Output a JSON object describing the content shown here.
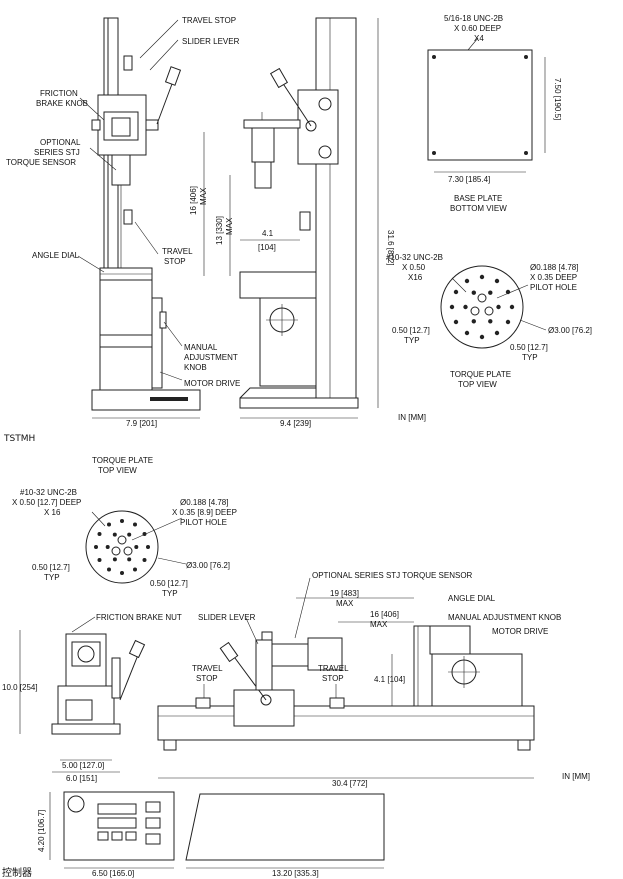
{
  "labels": {
    "travel_stop_top": "TRAVEL STOP",
    "slider_lever_top": "SLIDER LEVER",
    "friction_brake_knob_1": "FRICTION",
    "friction_brake_knob_2": "BRAKE KNOB",
    "opt_sensor_1": "OPTIONAL",
    "opt_sensor_2": "SERIES STJ",
    "opt_sensor_3": "TORQUE SENSOR",
    "angle_dial_top": "ANGLE DIAL",
    "travel_stop_low_1": "TRAVEL",
    "travel_stop_low_2": "STOP",
    "manual_adj_1": "MANUAL",
    "manual_adj_2": "ADJUSTMENT",
    "manual_adj_3": "KNOB",
    "motor_drive_top": "MOTOR DRIVE",
    "dim_width_front": "7.9 [201]",
    "dim_width_side": "9.4 [239]",
    "dim_height": "31.6 [802]",
    "dim_16_a": "16 [406]",
    "dim_16_b": "MAX",
    "dim_13_a": "13 [330]",
    "dim_13_b": "MAX",
    "dim_41_a": "4.1",
    "dim_41_b": "[104]",
    "base_thread_1": "5/16-18 UNC-2B",
    "base_thread_2": "X 0.60 DEEP",
    "base_thread_3": "X4",
    "base_dim_h": "7.50 [190.5]",
    "base_dim_w": "7.30 [185.4]",
    "base_title_1": "BASE PLATE",
    "base_title_2": "BOTTOM VIEW",
    "tp1_thread_1": "#10-32 UNC-2B",
    "tp1_thread_2": "X 0.50",
    "tp1_thread_3": "X16",
    "tp1_pilot_1": "Ø0.188 [4.78]",
    "tp1_pilot_2": "X 0.35 DEEP",
    "tp1_pilot_3": "PILOT HOLE",
    "tp1_dia": "Ø3.00 [76.2]",
    "tp1_typ_l_1": "0.50 [12.7]",
    "tp1_typ_l_2": "TYP",
    "tp1_typ_r_1": "0.50 [12.7]",
    "tp1_typ_r_2": "TYP",
    "tp1_title_1": "TORQUE PLATE",
    "tp1_title_2": "TOP VIEW",
    "units_top": "IN [MM]",
    "caption_tstmh": "TSTMH",
    "tp2_title_1": "TORQUE PLATE",
    "tp2_title_2": "TOP VIEW",
    "tp2_thread_1": "#10-32 UNC-2B",
    "tp2_thread_2": "X 0.50 [12.7] DEEP",
    "tp2_thread_3": "X 16",
    "tp2_pilot_1": "Ø0.188 [4.78]",
    "tp2_pilot_2": "X 0.35 [8.9] DEEP",
    "tp2_pilot_3": "PILOT HOLE",
    "tp2_dia": "Ø3.00 [76.2]",
    "tp2_typ_l_1": "0.50 [12.7]",
    "tp2_typ_l_2": "TYP",
    "tp2_typ_r_1": "0.50 [12.7]",
    "tp2_typ_r_2": "TYP",
    "opt_sensor_h": "OPTIONAL SERIES STJ TORQUE SENSOR",
    "dim_19_a": "19 [483]",
    "dim_19_b": "MAX",
    "angle_dial_h": "ANGLE DIAL",
    "dim_16h_a": "16 [406]",
    "dim_16h_b": "MAX",
    "manual_adj_h": "MANUAL ADJUSTMENT KNOB",
    "motor_drive_h": "MOTOR DRIVE",
    "friction_brake_nut": "FRICTION BRAKE NUT",
    "slider_lever_h": "SLIDER LEVER",
    "travel_stop_h1_1": "TRAVEL",
    "travel_stop_h1_2": "STOP",
    "travel_stop_h2_1": "TRAVEL",
    "travel_stop_h2_2": "STOP",
    "dim_41h": "4.1 [104]",
    "dim_10": "10.0 [254]",
    "dim_500": "5.00 [127.0]",
    "dim_60": "6.0 [151]",
    "dim_304": "30.4 [772]",
    "units_mid": "IN [MM]",
    "dim_420": "4.20 [106.7]",
    "dim_650": "6.50 [165.0]",
    "dim_1320": "13.20 [335.3]",
    "caption_controller": "控制器"
  }
}
